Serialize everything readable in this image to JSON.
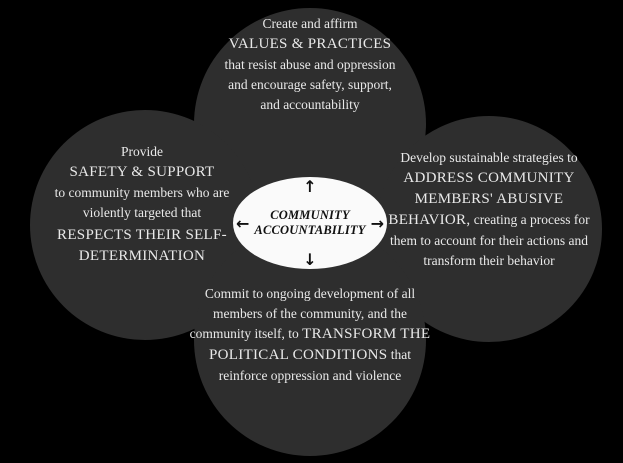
{
  "colors": {
    "background": "#000000",
    "circle_fill": "#2e2e2e",
    "circle_text": "#e9e9e9",
    "ellipse_fill": "#fafafa",
    "ellipse_text": "#111111"
  },
  "center": {
    "title_line1": "COMMUNITY",
    "title_line2": "ACCOUNTABILITY",
    "arrows": {
      "up": "↑",
      "down": "↓",
      "left": "←",
      "right": "→"
    }
  },
  "circles": {
    "top": {
      "pre": "Create and affirm",
      "emphasis": "VALUES & PRACTICES",
      "post": "that resist abuse and oppression and encourage safety, support, and accountability"
    },
    "left": {
      "pre": "Provide",
      "emphasis": "SAFETY & SUPPORT",
      "mid": "to community members who are violently targeted that",
      "emphasis2": "RESPECTS THEIR SELF-DETERMINATION"
    },
    "right": {
      "pre": "Develop sustainable strategies to",
      "emphasis": "ADDRESS COMMUNITY MEMBERS' ABUSIVE BEHAVIOR,",
      "post": "creating a process for them to account for their actions and transform their behavior"
    },
    "bottom": {
      "pre": "Commit to ongoing development of all members of the community, and the community itself, to",
      "emphasis": "TRANSFORM THE POLITICAL CONDITIONS",
      "post": "that reinforce oppression and violence"
    }
  }
}
